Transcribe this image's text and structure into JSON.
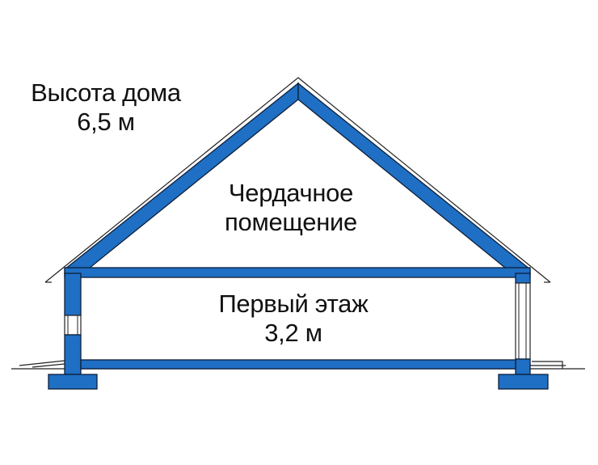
{
  "house_height": {
    "title": "Высота дома",
    "value": "6,5 м"
  },
  "attic": {
    "line1": "Чердачное",
    "line2": "помещение"
  },
  "first_floor": {
    "name": "Первый этаж",
    "height": "3,2 м"
  },
  "colors": {
    "structure_fill": "#1f6fc4",
    "structure_outline": "#0d1f3a",
    "background": "#ffffff",
    "text": "#111111"
  }
}
